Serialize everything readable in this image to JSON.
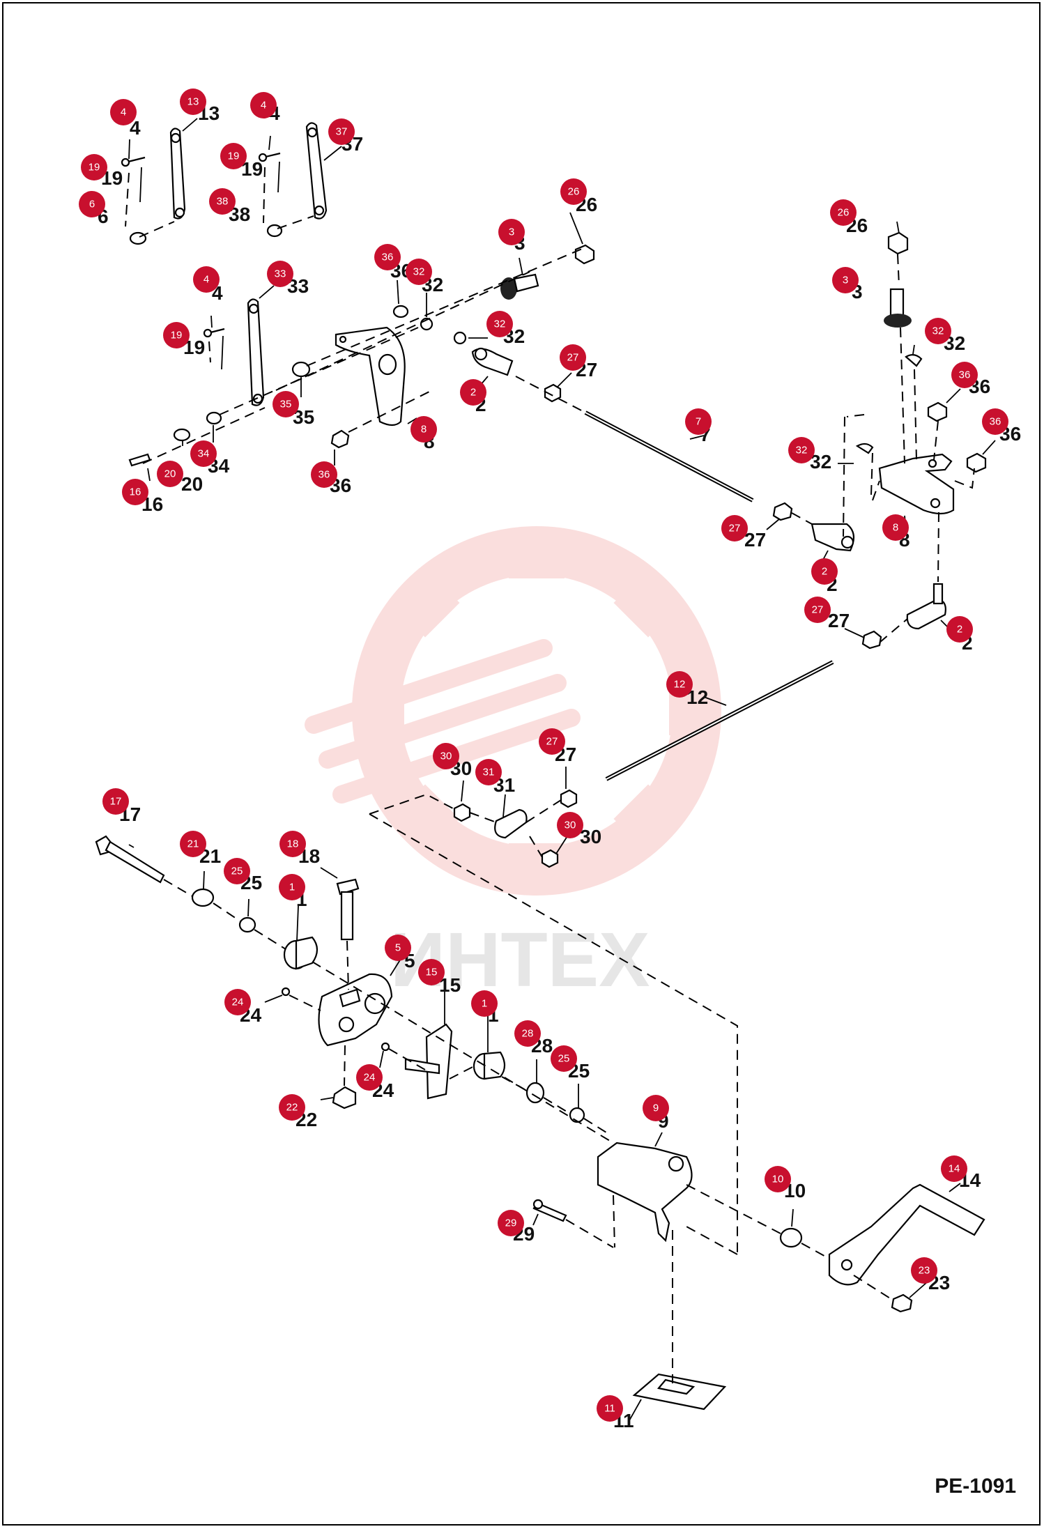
{
  "page_code": "PE-1091",
  "watermark_text": "ИНТЕХ",
  "badge_color": "#c8102e",
  "callouts": [
    {
      "part": "4"
    },
    {
      "part": "13"
    },
    {
      "part": "19"
    },
    {
      "part": "6"
    },
    {
      "part": "4"
    },
    {
      "part": "37"
    },
    {
      "part": "19"
    },
    {
      "part": "38"
    },
    {
      "part": "26"
    },
    {
      "part": "3"
    },
    {
      "part": "36"
    },
    {
      "part": "32"
    },
    {
      "part": "32"
    },
    {
      "part": "4"
    },
    {
      "part": "33"
    },
    {
      "part": "19"
    },
    {
      "part": "35"
    },
    {
      "part": "34"
    },
    {
      "part": "20"
    },
    {
      "part": "16"
    },
    {
      "part": "8"
    },
    {
      "part": "36"
    },
    {
      "part": "2"
    },
    {
      "part": "27"
    },
    {
      "part": "7"
    },
    {
      "part": "26"
    },
    {
      "part": "3"
    },
    {
      "part": "32"
    },
    {
      "part": "36"
    },
    {
      "part": "36"
    },
    {
      "part": "32"
    },
    {
      "part": "8"
    },
    {
      "part": "27"
    },
    {
      "part": "2"
    },
    {
      "part": "27"
    },
    {
      "part": "2"
    },
    {
      "part": "12"
    },
    {
      "part": "27"
    },
    {
      "part": "30"
    },
    {
      "part": "31"
    },
    {
      "part": "30"
    },
    {
      "part": "17"
    },
    {
      "part": "21"
    },
    {
      "part": "25"
    },
    {
      "part": "18"
    },
    {
      "part": "1"
    },
    {
      "part": "5"
    },
    {
      "part": "15"
    },
    {
      "part": "24"
    },
    {
      "part": "1"
    },
    {
      "part": "28"
    },
    {
      "part": "25"
    },
    {
      "part": "24"
    },
    {
      "part": "22"
    },
    {
      "part": "9"
    },
    {
      "part": "10"
    },
    {
      "part": "14"
    },
    {
      "part": "29"
    },
    {
      "part": "23"
    },
    {
      "part": "11"
    }
  ]
}
